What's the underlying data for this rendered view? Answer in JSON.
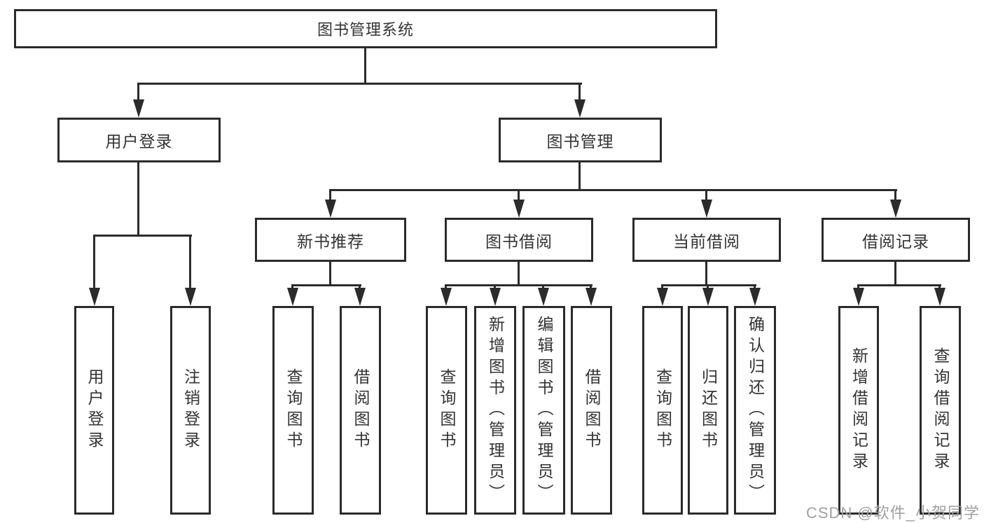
{
  "tree": {
    "root": "图书管理系统",
    "login": {
      "label": "用户登录",
      "children": [
        "用户登录",
        "注销登录"
      ]
    },
    "management": {
      "label": "图书管理",
      "sections": [
        {
          "label": "新书推荐",
          "children": [
            "查询图书",
            "借阅图书"
          ]
        },
        {
          "label": "图书借阅",
          "children": [
            "查询图书",
            "新增图书（管理员）",
            "编辑图书（管理员）",
            "借阅图书"
          ]
        },
        {
          "label": "当前借阅",
          "children": [
            "查询图书",
            "归还图书",
            "确认归还（管理员）"
          ]
        },
        {
          "label": "借阅记录",
          "children": [
            "新增借阅记录",
            "查询借阅记录"
          ]
        }
      ]
    }
  },
  "watermark": "CSDN @软件_小贺同学",
  "colors": {
    "line": "#2b2b2b",
    "text": "#333333",
    "watermark": "#a0a0a0",
    "background": "#ffffff"
  }
}
